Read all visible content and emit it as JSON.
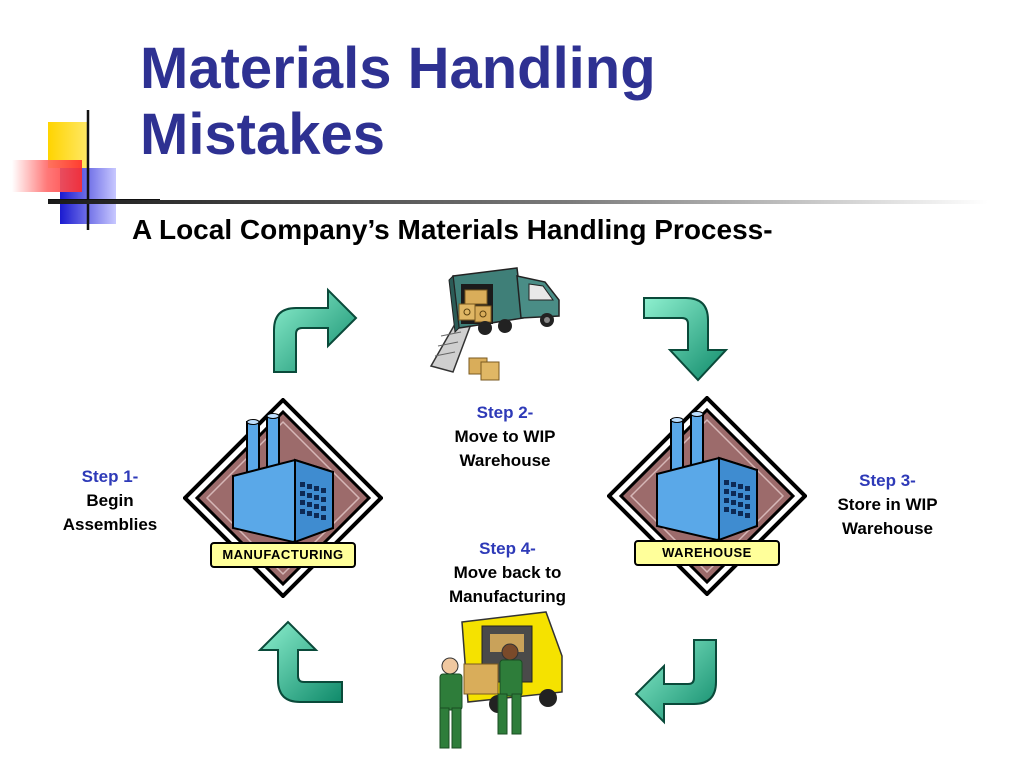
{
  "slide": {
    "title_line1": "Materials Handling",
    "title_line2": "Mistakes",
    "subtitle": "A Local Company’s Materials Handling Process-"
  },
  "steps": [
    {
      "number": "Step 1-",
      "description_line1": "Begin",
      "description_line2": "Assemblies"
    },
    {
      "number": "Step 2-",
      "description_line1": "Move to WIP",
      "description_line2": "Warehouse"
    },
    {
      "number": "Step 3-",
      "description_line1": "Store in WIP",
      "description_line2": "Warehouse"
    },
    {
      "number": "Step 4-",
      "description_line1": "Move back to",
      "description_line2": "Manufacturing"
    }
  ],
  "buildings": {
    "manufacturing_label": "MANUFACTURING",
    "warehouse_label": "WAREHOUSE"
  },
  "colors": {
    "title": "#2e3192",
    "step_number": "#2e3ab8",
    "arrow": "#1aaa85",
    "building": "#5aa8e8",
    "diamond_fill": "#9c6b6b",
    "label_bg": "#ffff9a"
  },
  "icons": [
    "delivery-truck-icon",
    "movers-van-icon",
    "factory-icon",
    "warehouse-icon",
    "curved-arrow-icon"
  ]
}
